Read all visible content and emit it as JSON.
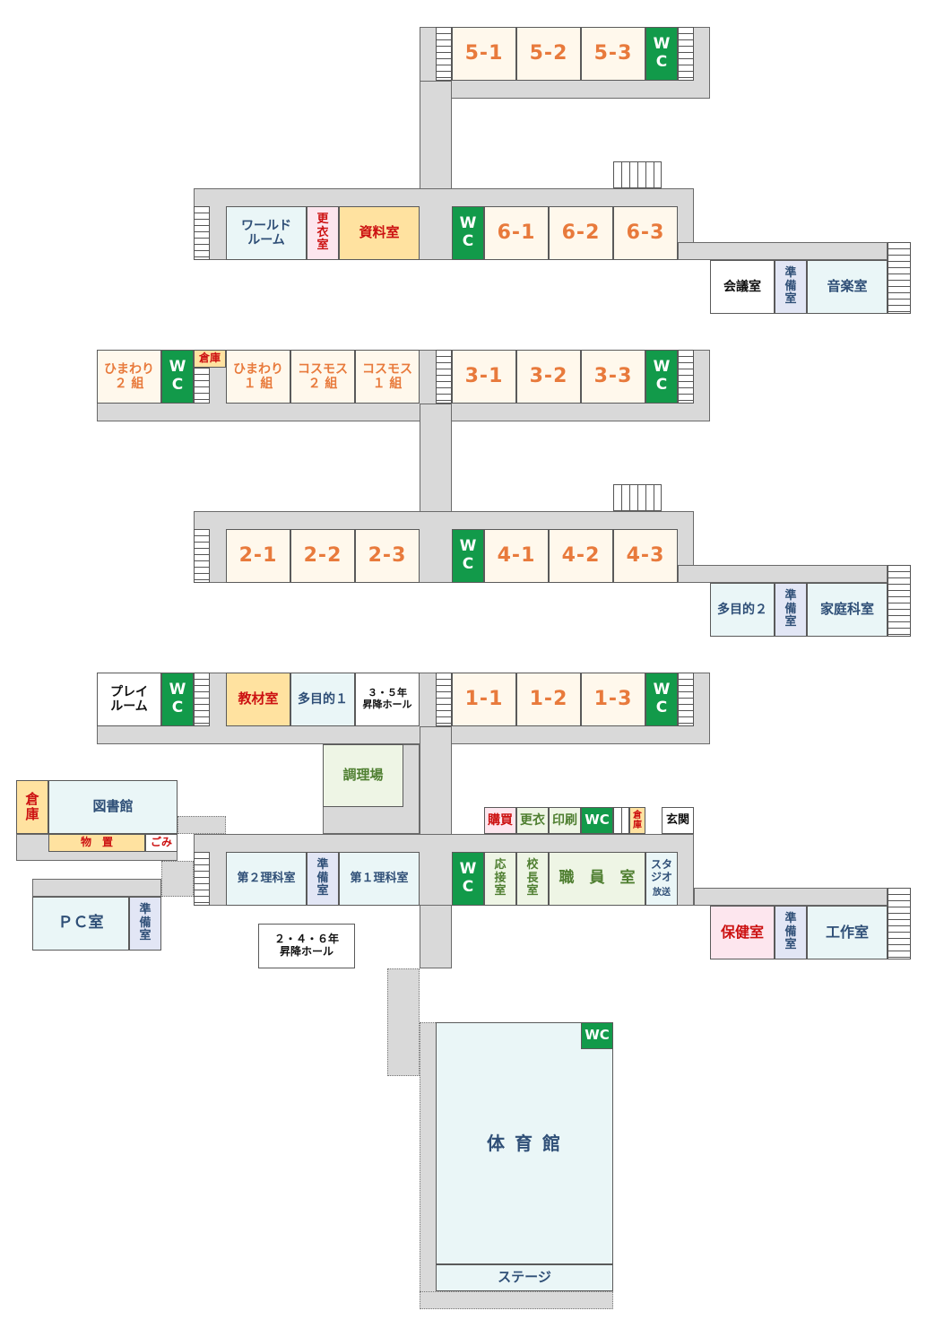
{
  "rooms": {
    "c51": "5-1",
    "c52": "5-2",
    "c53": "5-3",
    "c61": "6-1",
    "c62": "6-2",
    "c63": "6-3",
    "c31": "3-1",
    "c32": "3-2",
    "c33": "3-3",
    "c21": "2-1",
    "c22": "2-2",
    "c23": "2-3",
    "c41": "4-1",
    "c42": "4-2",
    "c43": "4-3",
    "c11": "1-1",
    "c12": "1-2",
    "c13": "1-3",
    "wc_v": "W\nC",
    "wc_h": "WC",
    "world_room": "ワールド\nルーム",
    "changing": "更\n衣\n室",
    "materials": "資料室",
    "meeting": "会議室",
    "prep_v": "準\n備\n室",
    "music": "音楽室",
    "himawari2": "ひまわり\n２ 組",
    "storage_h": "倉庫",
    "himawari1": "ひまわり\n１ 組",
    "cosmos2": "コスモス\n２ 組",
    "cosmos1": "コスモス\n１ 組",
    "multi2": "多目的２",
    "home_ec": "家庭科室",
    "playroom": "プレイ\nルーム",
    "teaching_materials": "教材室",
    "multi1": "多目的１",
    "hall35": "３・５年\n昇降ホール",
    "cooking": "調理場",
    "storage_v": "倉\n庫",
    "library": "図書館",
    "monooki": "物　置",
    "gomi": "ごみ",
    "science2": "第２理科室",
    "science1": "第１理科室",
    "pc": "ＰＣ室",
    "hall246": "２・４・６年\n昇降ホール",
    "purchase": "購買",
    "changing_h": "更衣",
    "printing": "印刷",
    "storage_v2": "倉\n庫",
    "entrance": "玄関",
    "reception": "応\n接\n室",
    "principal": "校\n長\n室",
    "staff": "職　員　室",
    "studio": "スタ\nジオ",
    "broadcast": "放送",
    "infirmary": "保健室",
    "craft": "工作室",
    "gym": "体 育 館",
    "stage": "ステージ"
  }
}
